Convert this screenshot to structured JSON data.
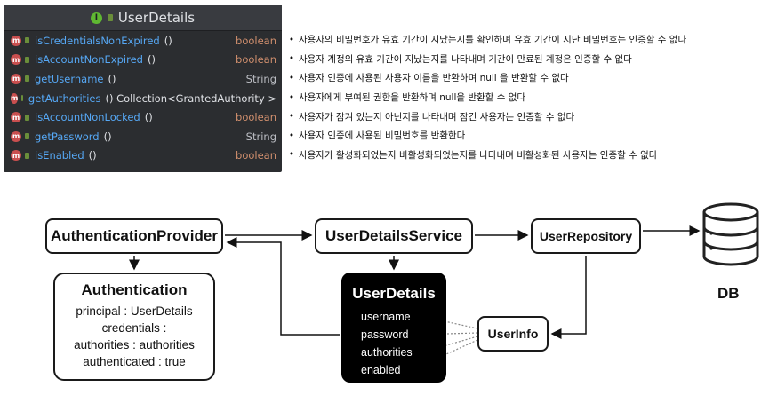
{
  "ide": {
    "title": "UserDetails",
    "methods": [
      {
        "name": "isCredentialsNonExpired",
        "params": "()",
        "type": "boolean"
      },
      {
        "name": "isAccountNonExpired",
        "params": "()",
        "type": "boolean"
      },
      {
        "name": "getUsername",
        "params": "()",
        "type": "String"
      },
      {
        "name": "getAuthorities",
        "params": "() Collection<GrantedAuthority >",
        "type": ""
      },
      {
        "name": "isAccountNonLocked",
        "params": "()",
        "type": "boolean"
      },
      {
        "name": "getPassword",
        "params": "()",
        "type": "String"
      },
      {
        "name": "isEnabled",
        "params": "()",
        "type": "boolean"
      }
    ]
  },
  "descriptions": [
    "사용자의 비밀번호가 유효 기간이 지났는지를 확인하며 유효 기간이 지난 비밀번호는 인증할 수 없다",
    "사용자 계정의 유효 기간이 지났는지를 나타내며 기간이 만료된 계정은 인증할 수 없다",
    "사용자 인증에 사용된 사용자 이름을 반환하며 null 을 반환할 수 없다",
    "사용자에게 부여된 권한을 반환하며 null을 반환할 수 없다",
    "사용자가 잠겨 있는지 아닌지를 나타내며 잠긴 사용자는 인증할 수 없다",
    "사용자 인증에 사용된 비밀번호를 반환한다",
    "사용자가 활성화되었는지 비활성화되었는지를 나타내며 비활성화된 사용자는 인증할 수 없다"
  ],
  "diagram": {
    "auth_provider": "AuthenticationProvider",
    "user_details_service": "UserDetailsService",
    "user_repository": "UserRepository",
    "db": "DB",
    "user_info": "UserInfo",
    "authentication": {
      "title": "Authentication",
      "fields": [
        "principal : UserDetails",
        "credentials :",
        "authorities : authorities",
        "authenticated : true"
      ]
    },
    "user_details": {
      "title": "UserDetails",
      "fields": [
        "username",
        "password",
        "authorities",
        "enabled"
      ]
    }
  }
}
